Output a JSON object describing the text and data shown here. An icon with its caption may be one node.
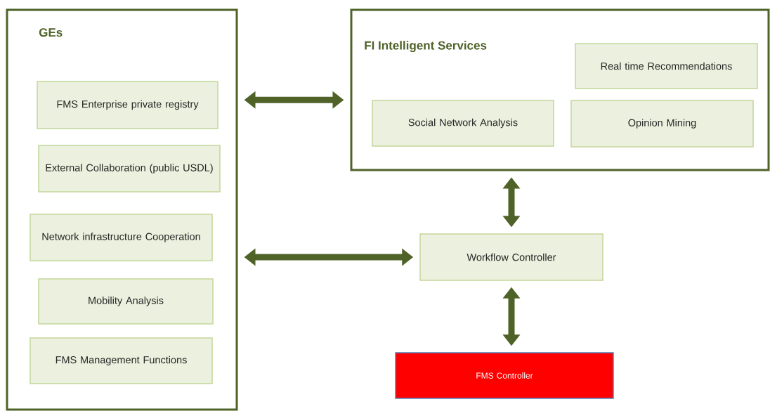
{
  "diagram": {
    "nodes": [
      {
        "text": [
          "GEs"
        ]
      },
      {
        "text": [
          "FMS Enterprise private registry"
        ],
        "in": 0
      },
      {
        "text": [
          "External Collaboration (public USDL)"
        ],
        "in": 0
      },
      {
        "text": [
          "Network infrastructure Cooperation"
        ],
        "in": 0
      },
      {
        "text": [
          "Mobility Analysis"
        ],
        "in": 0
      },
      {
        "text": [
          "FMS Management Functions"
        ],
        "in": 0
      },
      {
        "text": [
          "FI Intelligent Services"
        ]
      },
      {
        "text": [
          "Real time Recommendations"
        ],
        "in": 6
      },
      {
        "text": [
          "Social Network Analysis"
        ],
        "in": 6
      },
      {
        "text": [
          "Opinion Mining"
        ],
        "in": 6
      },
      {
        "text": [
          "Workflow Controller"
        ]
      },
      {
        "text": [
          "FMS Controller"
        ]
      }
    ],
    "edges": [
      {
        "from": 0,
        "to": 6,
        "arrow": "both"
      },
      {
        "from": 0,
        "to": 10,
        "arrow": "both"
      },
      {
        "from": 10,
        "to": 6,
        "arrow": "both"
      },
      {
        "from": 10,
        "to": 11,
        "arrow": "both"
      }
    ]
  }
}
